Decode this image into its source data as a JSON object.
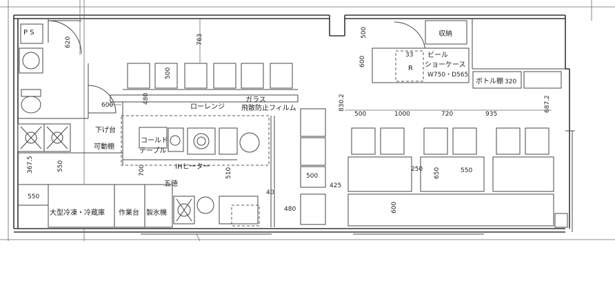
{
  "labels": {
    "ps": "P S",
    "shuno": "収納",
    "beer1": "ビール",
    "beer2": "ショーケース",
    "beer_size": "W750・D565",
    "r": "R",
    "bottle_shelf": "ボトル棚",
    "range": "ローレンジ",
    "glass1": "ガラス",
    "glass2": "飛散防止フィルム",
    "sage": "下げ台",
    "kadou": "可動棚",
    "cold1": "コールド",
    "cold2": "テーブル",
    "ih": "IHヒーター",
    "goto": "五徳",
    "reizou": "大型冷凍・冷蔵庫",
    "sagyou": "作業台",
    "seihyou": "製氷機"
  },
  "dims": {
    "d620": "620",
    "d763": "763",
    "d500_shelf": "500",
    "d600_l": "600",
    "d480_top": "480",
    "d480_bot": "480",
    "d500_r": "500",
    "d600_r": "600",
    "d830": "830.2",
    "d320": "320",
    "d500_b": "500",
    "d1000": "1000",
    "d720": "720",
    "d935": "935",
    "d687": "687.2",
    "d367": "367.5",
    "d550_l": "550",
    "d550_bl": "550",
    "d700": "700",
    "d510": "510",
    "d40": "40",
    "d500_m": "500",
    "d425": "425",
    "d250": "250",
    "d650": "650",
    "d550_m": "550",
    "d600_b": "600",
    "d33": "33"
  }
}
